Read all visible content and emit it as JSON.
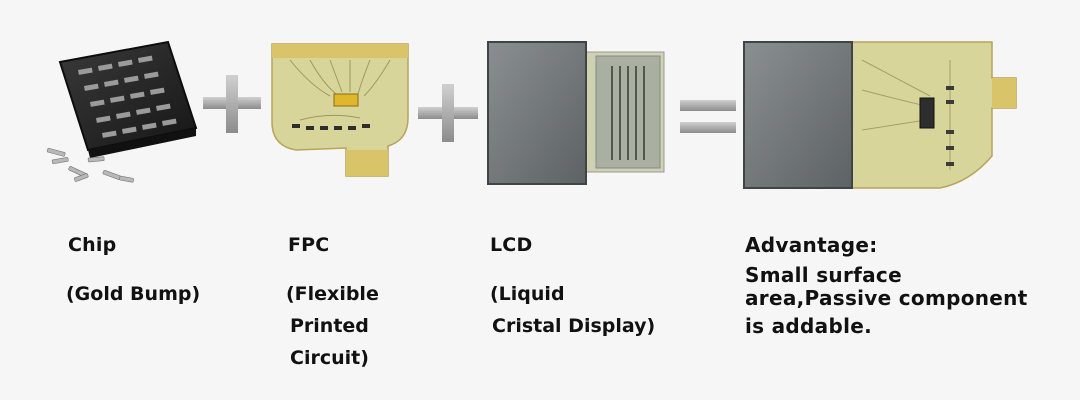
{
  "items": [
    {
      "title": "Chip",
      "desc_lines": [
        "(Gold Bump)"
      ]
    },
    {
      "title": "FPC",
      "desc_lines": [
        "(Flexible",
        "Printed",
        "Circuit)"
      ]
    },
    {
      "title": "LCD",
      "desc_lines": [
        "(Liquid",
        "Cristal Display)"
      ]
    }
  ],
  "result": {
    "title": "Advantage:",
    "desc_lines": [
      "Small surface",
      "area,Passive component",
      "is addable."
    ]
  },
  "colors": {
    "chip": "#2b2b2b",
    "fpc_base": "#d9c46a",
    "fpc_board": "#d8d59a",
    "lcd_panel": "#6f7476",
    "operator": "#9a9a9a"
  }
}
